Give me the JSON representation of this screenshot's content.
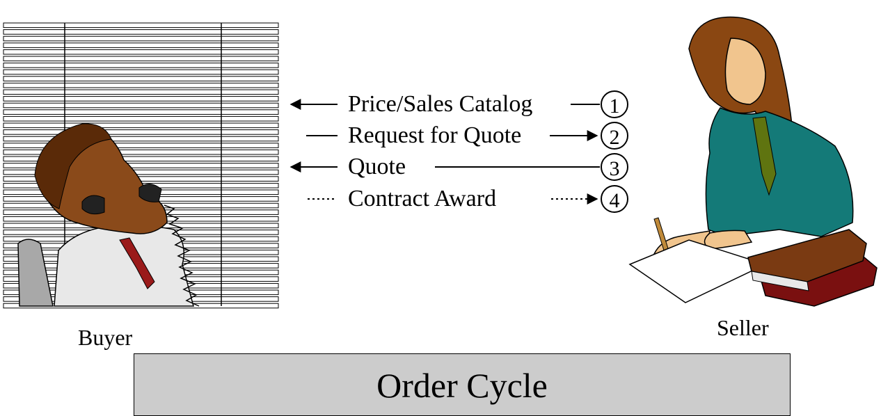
{
  "diagram": {
    "title": "Order Cycle",
    "parties": {
      "buyer": {
        "label": "Buyer"
      },
      "seller": {
        "label": "Seller"
      }
    },
    "steps": [
      {
        "number": "1",
        "label": "Price/Sales Catalog",
        "direction": "seller-to-buyer",
        "line_style": "solid"
      },
      {
        "number": "2",
        "label": "Request for Quote",
        "direction": "buyer-to-seller",
        "line_style": "solid"
      },
      {
        "number": "3",
        "label": "Quote",
        "direction": "seller-to-buyer",
        "line_style": "solid"
      },
      {
        "number": "4",
        "label": "Contract Award",
        "direction": "buyer-to-seller",
        "line_style": "dotted"
      }
    ],
    "colors": {
      "title_box": "#cccccc",
      "seller_jacket": "#147a78",
      "seller_hair": "#8a4712",
      "buyer_tie": "#9a1a1a",
      "book_top": "#7a3a12",
      "book_bottom": "#7a1010"
    }
  }
}
